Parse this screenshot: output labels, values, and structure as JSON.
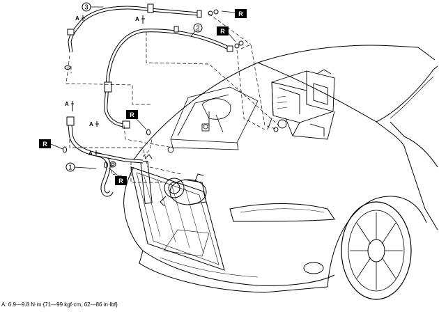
{
  "callouts": {
    "one": "1",
    "two": "2",
    "three": "3"
  },
  "torque_marker": "A",
  "replace_marker": "R",
  "torque_spec": "A: 6.9—9.8 N·m {71—99 kgf·cm, 62—86 in·lbf}",
  "colors": {
    "line": "#000000",
    "badge_fill": "#000000",
    "badge_text": "#ffffff",
    "background": "#ffffff"
  }
}
